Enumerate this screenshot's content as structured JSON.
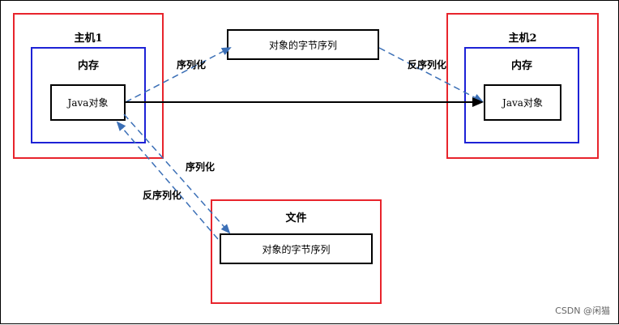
{
  "host1": {
    "title": "主机1",
    "memory_label": "内存",
    "object_label": "Java对象"
  },
  "host2": {
    "title": "主机2",
    "memory_label": "内存",
    "object_label": "Java对象"
  },
  "byte_sequence_top": "对象的字节序列",
  "file": {
    "title": "文件",
    "byte_sequence": "对象的字节序列"
  },
  "labels": {
    "serialize_top": "序列化",
    "deserialize_top": "反序列化",
    "serialize_file": "序列化",
    "deserialize_file": "反序列化"
  },
  "watermark": "CSDN @闲猫",
  "colors": {
    "host_border": "#e8242c",
    "memory_border": "#1d22d6",
    "dashed_arrow": "#3b6fb6",
    "solid_arrow": "#000000"
  }
}
